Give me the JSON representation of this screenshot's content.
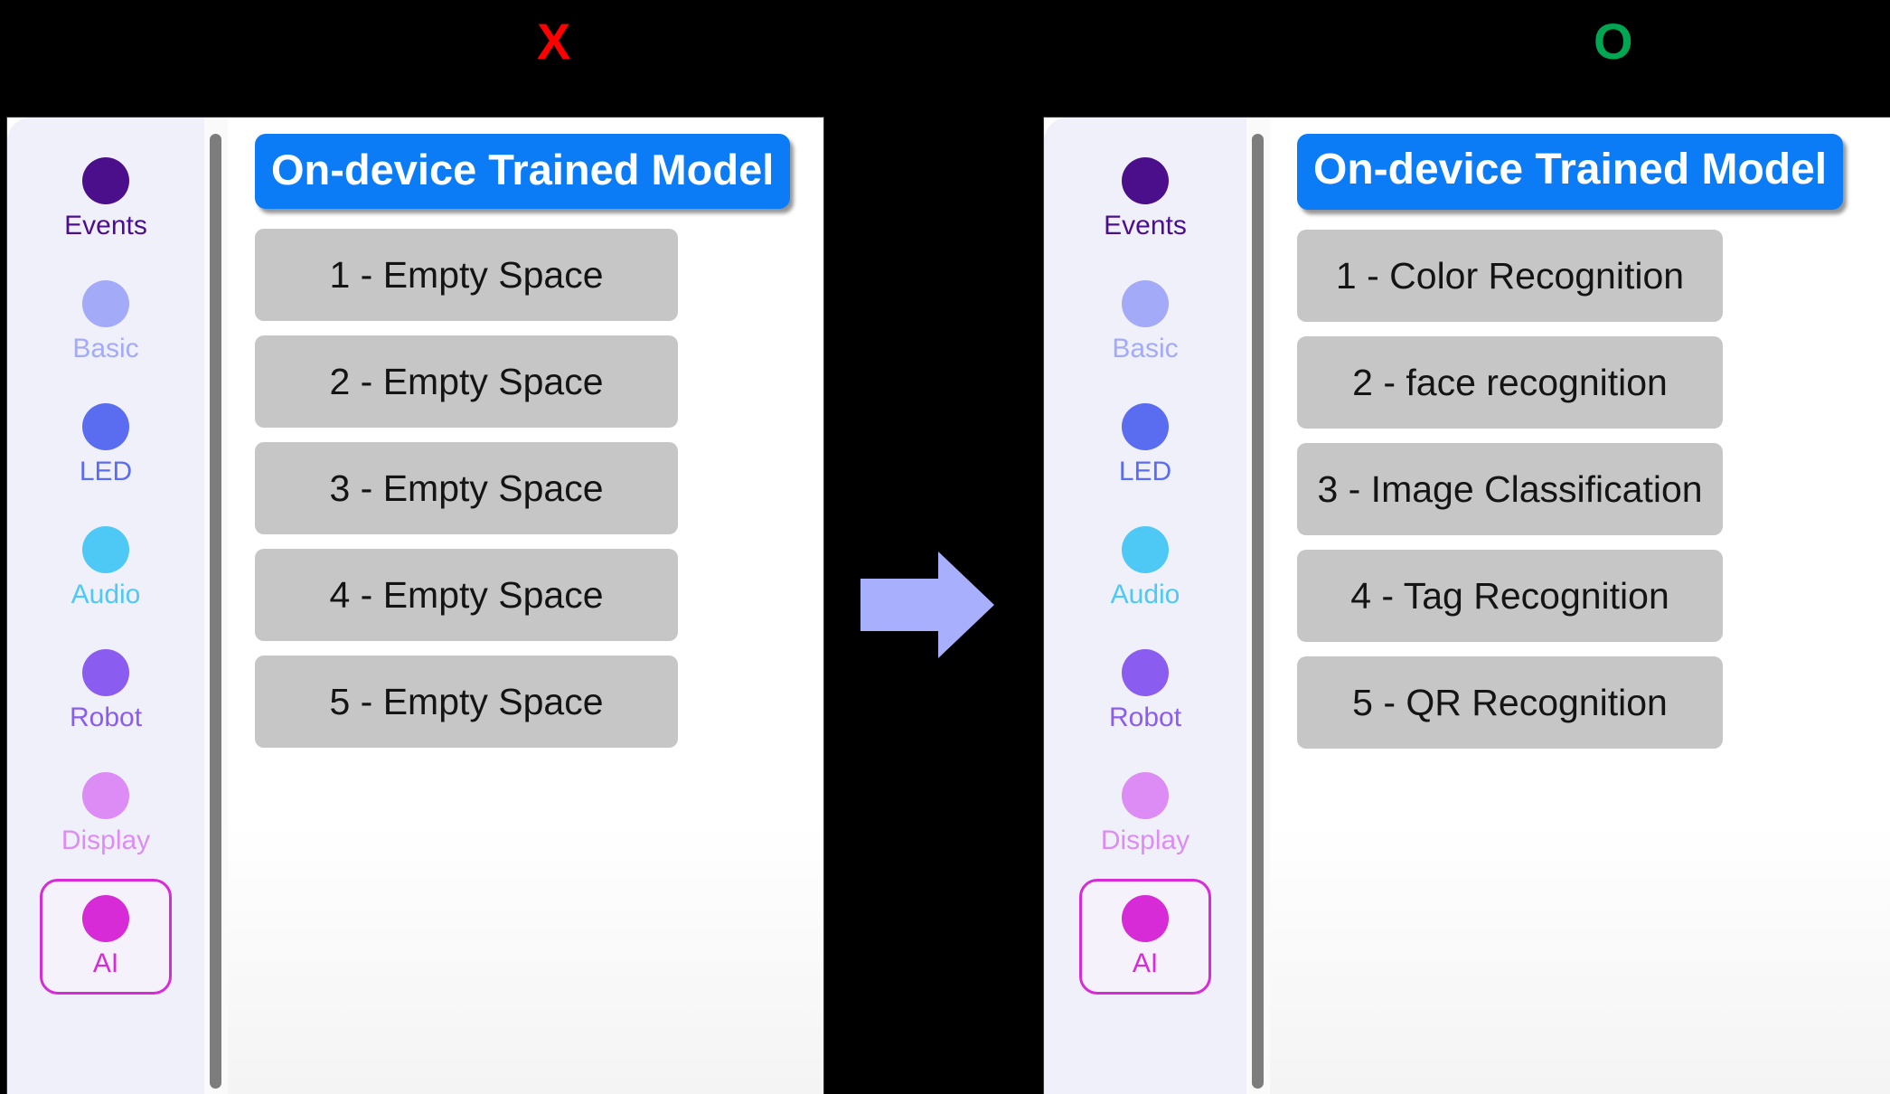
{
  "markers": {
    "before": {
      "glyph": "X",
      "color": "#FF0000"
    },
    "after": {
      "glyph": "O",
      "color": "#00A651"
    }
  },
  "arrow": {
    "icon": "right-arrow-icon",
    "color": "#A8AFFC"
  },
  "sidebar": {
    "items": [
      {
        "label": "Events",
        "dot_color": "#4B0F8C",
        "text_color": "#4B0F8C",
        "selected": false
      },
      {
        "label": "Basic",
        "dot_color": "#A3AAF7",
        "text_color": "#A3AAF7",
        "selected": false
      },
      {
        "label": "LED",
        "dot_color": "#5A6CF0",
        "text_color": "#5A6CF0",
        "selected": false
      },
      {
        "label": "Audio",
        "dot_color": "#4EC9F5",
        "text_color": "#4EC9F5",
        "selected": false
      },
      {
        "label": "Robot",
        "dot_color": "#8B5CF0",
        "text_color": "#8B5CF0",
        "selected": false
      },
      {
        "label": "Display",
        "dot_color": "#DD8CF5",
        "text_color": "#DD8CF5",
        "selected": false
      },
      {
        "label": "AI",
        "dot_color": "#D62BD6",
        "text_color": "#D62BD6",
        "selected": true
      }
    ]
  },
  "panel_before": {
    "title": "On-device Trained Model",
    "title_bg": "#0B7CF5",
    "items": [
      "1 - Empty Space",
      "2 - Empty Space",
      "3 - Empty Space",
      "4 - Empty Space",
      "5 - Empty Space"
    ]
  },
  "panel_after": {
    "title": "On-device Trained Model",
    "title_bg": "#0B7CF5",
    "items": [
      "1 - Color Recognition",
      "2 - face recognition",
      "3 - Image Classification",
      "4 - Tag Recognition",
      "5 - QR Recognition"
    ]
  }
}
